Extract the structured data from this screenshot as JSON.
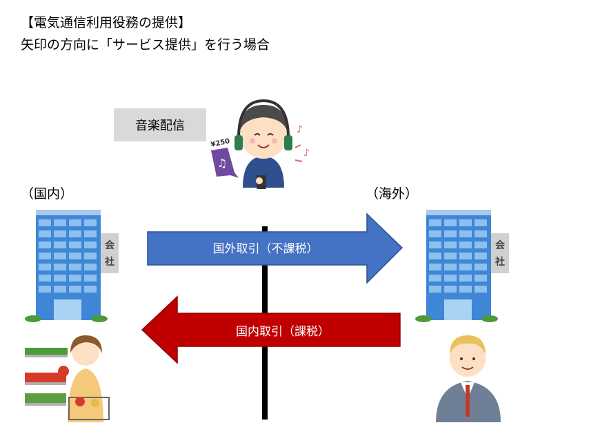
{
  "header": {
    "title": "【電気通信利用役務の提供】",
    "subtitle": "矢印の方向に「サービス提供」を行う場合"
  },
  "service_box": "音楽配信",
  "regions": {
    "domestic": "（国内）",
    "overseas": "（海外）"
  },
  "arrows": {
    "export": {
      "label": "国外取引（不課税）",
      "color": "#4472c4"
    },
    "import": {
      "label": "国内取引（課税）",
      "color": "#c00000"
    }
  },
  "company_sign": [
    "会",
    "社"
  ],
  "price_tag": "¥250"
}
